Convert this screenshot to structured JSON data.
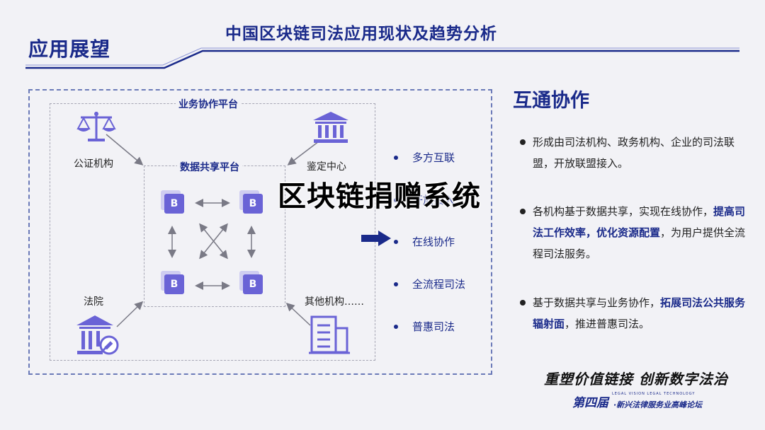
{
  "header": {
    "section_title": "应用展望",
    "main_title": "中国区块链司法应用现状及趋势分析"
  },
  "diagram": {
    "business_platform_label": "业务协作平台",
    "data_platform_label": "数据共享平台",
    "node_label": "B",
    "institutions": [
      {
        "label": "公证机构",
        "icon": "scales-icon"
      },
      {
        "label": "鉴定中心",
        "icon": "bank-building-icon"
      },
      {
        "label": "法院",
        "icon": "court-gavel-icon"
      },
      {
        "label": "其他机构……",
        "icon": "office-building-icon"
      }
    ],
    "streams": [
      "多方互联",
      "开放接入",
      "在线协作",
      "全流程司法",
      "普惠司法"
    ]
  },
  "overlay_title": "区块链捐赠系统",
  "right_panel": {
    "title": "互通协作",
    "bullets": [
      {
        "parts": [
          {
            "text": "形成由司法机构、政务机构、企业的司法联盟，开放联盟接入。",
            "highlight": false
          }
        ]
      },
      {
        "parts": [
          {
            "text": "各机构基于数据共享，实现在线协作，",
            "highlight": false
          },
          {
            "text": "提高司法工作效率，优化资源配置",
            "highlight": true
          },
          {
            "text": "，为用户提供全流程司法服务。",
            "highlight": false
          }
        ]
      },
      {
        "parts": [
          {
            "text": "基于数据共享与业务协作，",
            "highlight": false
          },
          {
            "text": "拓展司法公共服务辐射面",
            "highlight": true
          },
          {
            "text": "，推进普惠司法。",
            "highlight": false
          }
        ]
      }
    ]
  },
  "footer": {
    "slogan": "重塑价值链接 创新数字法治",
    "edition": "第四届",
    "subtitle": "LEGAL VISION  LEGAL TECHNOLOGY",
    "forum_name": "·新兴法律服务业高峰论坛"
  },
  "colors": {
    "primary_navy": "#1a2a8a",
    "node_purple": "#6a63d6",
    "background": "#f2f2f6"
  }
}
